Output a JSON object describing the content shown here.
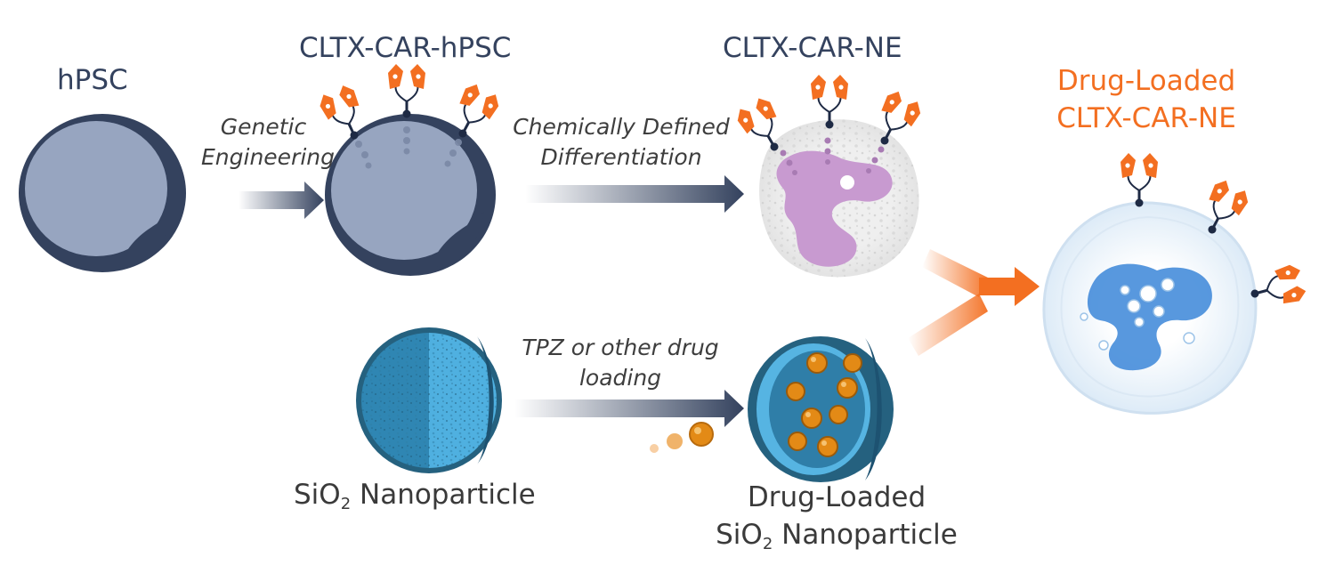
{
  "labels": {
    "hpsc": "hPSC",
    "cltx_car_hpsc": "CLTX-CAR-hPSC",
    "cltx_car_ne": "CLTX-CAR-NE",
    "drug_loaded_ne_line1": "Drug-Loaded",
    "drug_loaded_ne_line2": "CLTX-CAR-NE",
    "nano_prefix": "SiO",
    "nano_sub": "2",
    "nano_suffix": " Nanoparticle",
    "drug_nano_line1": "Drug-Loaded",
    "drug_nano_prefix": "SiO",
    "drug_nano_sub": "2",
    "drug_nano_suffix": " Nanoparticle"
  },
  "steps": {
    "genetic_1": "Genetic",
    "genetic_2": "Engineering",
    "chem_1": "Chemically Defined",
    "chem_2": "Differentiation",
    "tpz_1": "TPZ or other drug",
    "tpz_2": "loading"
  },
  "colors": {
    "navy": "#34425e",
    "cell_fill": "#97a5c0",
    "orange": "#f36f21",
    "nucleus": "#c89ad0",
    "ne_body": "#ececec",
    "silica_dark": "#25617f",
    "silica_light": "#4aa6d6",
    "drug_gold": "#e38a16",
    "nucleus_blue": "#3b86d8"
  }
}
